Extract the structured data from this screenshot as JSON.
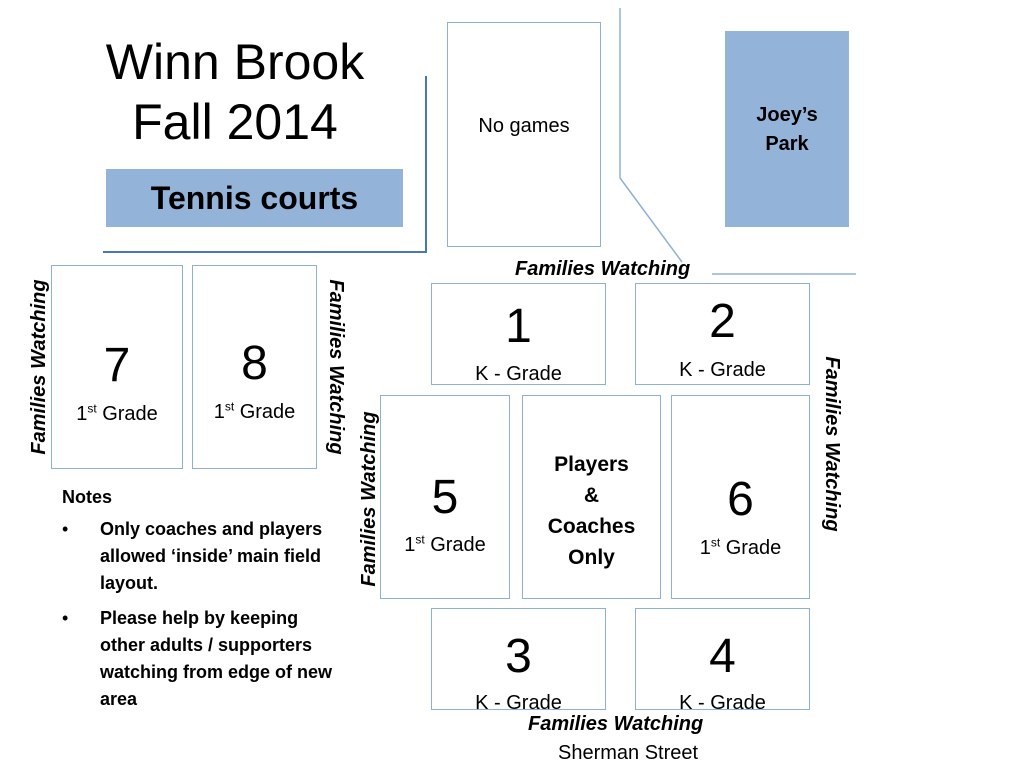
{
  "title": {
    "line1": "Winn Brook",
    "line2": "Fall 2014"
  },
  "tennis_courts": "Tennis courts",
  "no_games": "No games",
  "joeys_park": {
    "line1": "Joey’s",
    "line2": "Park"
  },
  "families_watching": "Families Watching",
  "fields": {
    "f1": {
      "number": "1",
      "grade": "K - Grade"
    },
    "f2": {
      "number": "2",
      "grade": "K - Grade"
    },
    "f3": {
      "number": "3",
      "grade": "K - Grade"
    },
    "f4": {
      "number": "4",
      "grade": "K - Grade"
    },
    "f5": {
      "number": "5",
      "grade_ord": "1",
      "grade_sup": "st",
      "grade_rest": " Grade"
    },
    "f6": {
      "number": "6",
      "grade_ord": "1",
      "grade_sup": "st",
      "grade_rest": " Grade"
    },
    "f7": {
      "number": "7",
      "grade_ord": "1",
      "grade_sup": "st",
      "grade_rest": " Grade"
    },
    "f8": {
      "number": "8",
      "grade_ord": "1",
      "grade_sup": "st",
      "grade_rest": " Grade"
    }
  },
  "players_coaches": {
    "line1": "Players",
    "line2": "&",
    "line3": "Coaches",
    "line4": "Only"
  },
  "notes": {
    "heading": "Notes",
    "items": [
      "Only coaches and players allowed ‘inside’ main field layout.",
      "Please help by keeping other adults / supporters watching from edge of new area"
    ]
  },
  "street": "Sherman Street",
  "colors": {
    "field_border": "#8fb0d6",
    "fill_blue": "#94b3d9",
    "line_blue": "#4a76b8"
  }
}
